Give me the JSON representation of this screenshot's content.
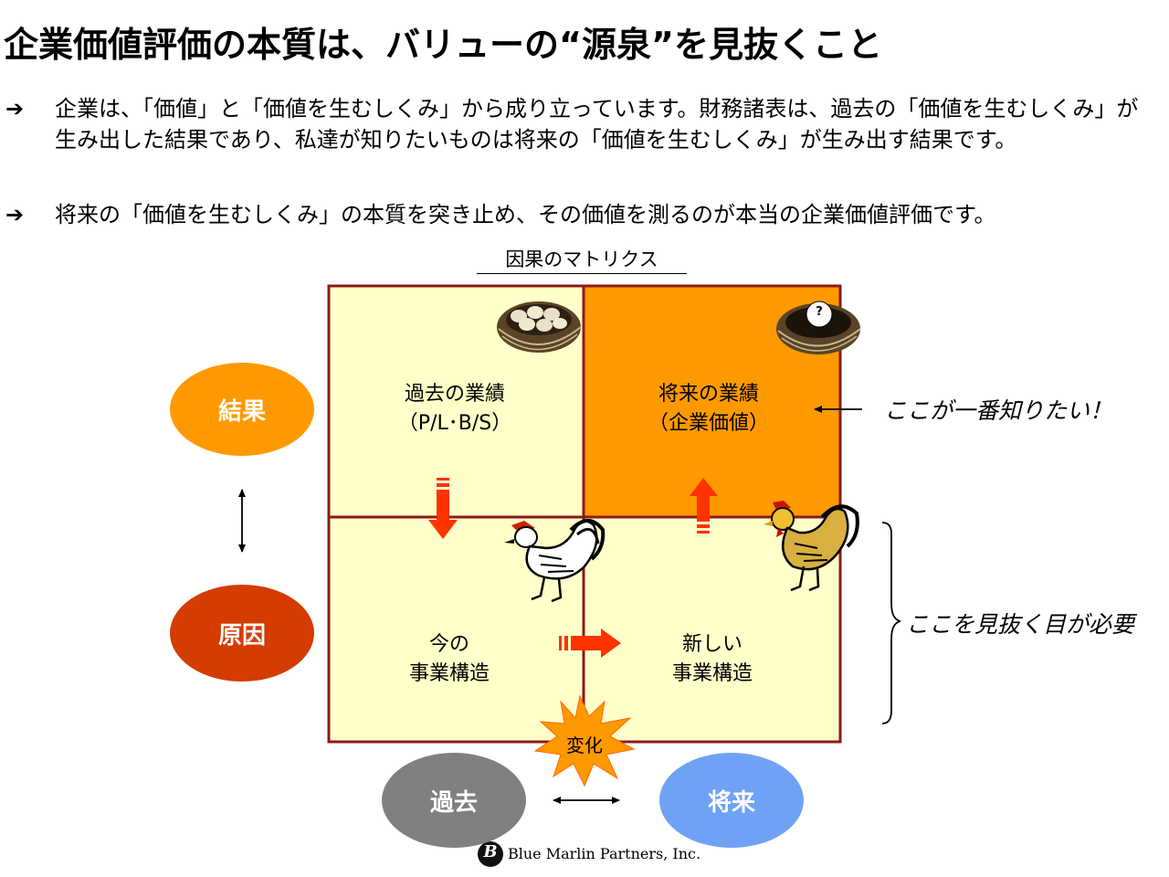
{
  "title": "企業価値評価の本質は、バリューの“源泉”を見抜くこと",
  "bullets": [
    {
      "arrow": "➔",
      "text": "企業は、「価値」と「価値を生むしくみ」から成り立っています。財務諸表は、過去の「価値を生むしくみ」が生み出した結果であり、私達が知りたいものは将来の「価値を生むしくみ」が生み出す結果です。"
    },
    {
      "arrow": "➔",
      "text": "将来の「価値を生むしくみ」の本質を突き止め、その価値を測るのが本当の企業価値評価です。"
    }
  ],
  "matrix": {
    "title": "因果のマトリクス",
    "cells": {
      "top_left": {
        "line1": "過去の業績",
        "line2": "（P/L･B/S）"
      },
      "top_right": {
        "line1": "将来の業績",
        "line2": "（企業価値）"
      },
      "bottom_left": {
        "line1": "今の",
        "line2": "事業構造"
      },
      "bottom_right": {
        "line1": "新しい",
        "line2": "事業構造"
      }
    },
    "egg_question": "?",
    "burst_label": "変化"
  },
  "ovals": {
    "result": "結果",
    "cause": "原因",
    "past": "過去",
    "future": "将来"
  },
  "notes": {
    "want_to_know": "ここが一番知りたい！",
    "need_eye": "ここを見抜く目が必要"
  },
  "logo": {
    "mark": "B",
    "text": "Blue Marlin Partners, Inc."
  },
  "colors": {
    "cell_fill": "#ffffc9",
    "highlight_fill": "#ff9900",
    "border": "#8b1a1a",
    "arrow_red": "#ff3300",
    "oval_result": "#ff9900",
    "oval_cause": "#d43c00",
    "oval_past": "#808080",
    "oval_future": "#6fa2f5"
  }
}
